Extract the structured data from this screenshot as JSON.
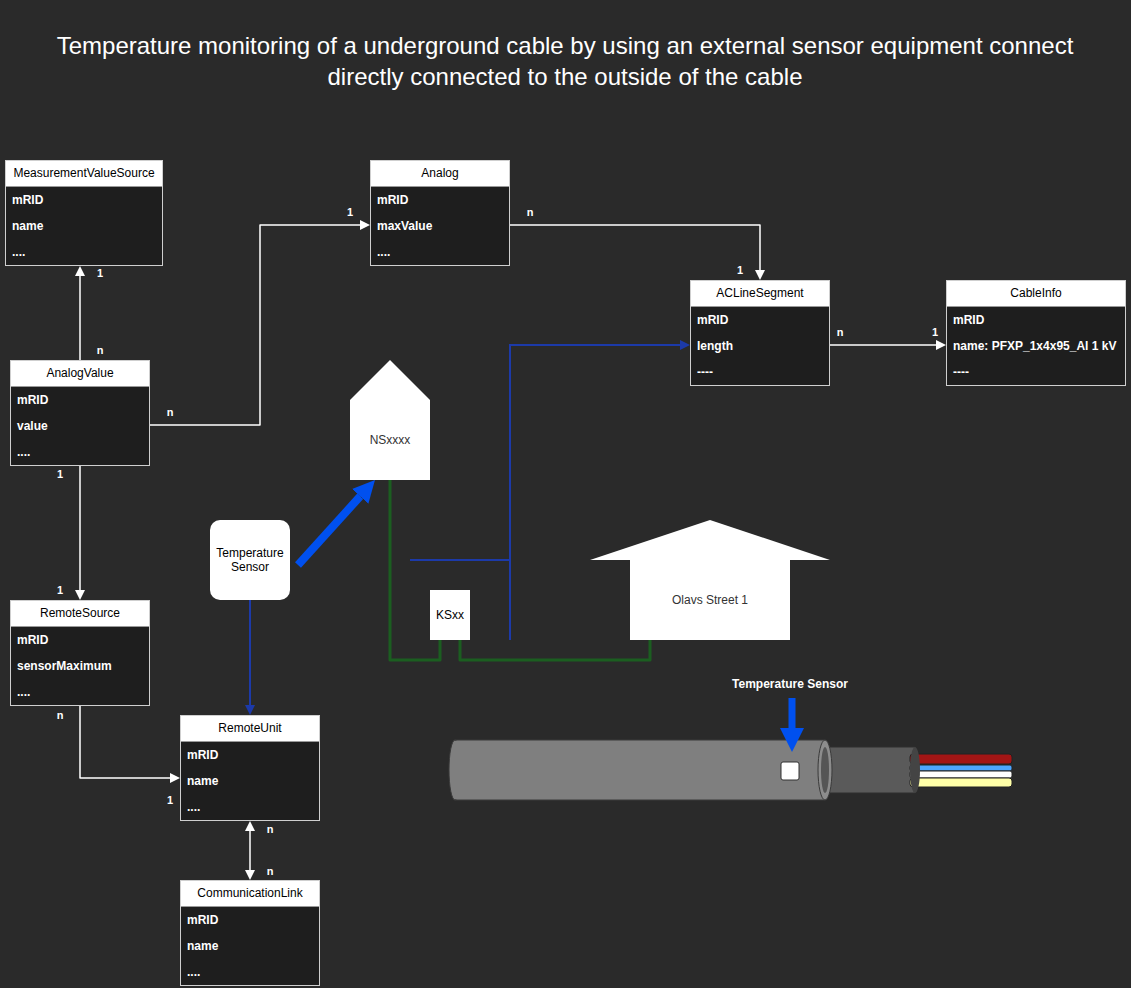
{
  "diagram": {
    "title": "Temperature monitoring of a underground cable by using an external sensor equipment connect directly connected to the outside of the cable",
    "nodes": [
      {
        "text": [
          "MeasurementValueSource",
          "mRID",
          "name",
          "...."
        ]
      },
      {
        "text": [
          "Analog",
          "mRID",
          "maxValue",
          "...."
        ]
      },
      {
        "text": [
          "ACLineSegment",
          "mRID",
          "length",
          "----"
        ]
      },
      {
        "text": [
          "CableInfo",
          "mRID",
          "name: PFXP_1x4x95_Al 1 kV",
          "----"
        ]
      },
      {
        "text": [
          "AnalogValue",
          "mRID",
          "value",
          "...."
        ]
      },
      {
        "text": [
          "NSxxxx"
        ]
      },
      {
        "text": [
          "Temperature Sensor"
        ]
      },
      {
        "text": [
          "KSxx"
        ]
      },
      {
        "text": [
          "Olavs Street 1"
        ]
      },
      {
        "text": [
          "RemoteSource",
          "mRID",
          "sensorMaximum",
          "...."
        ]
      },
      {
        "text": [
          "RemoteUnit",
          "mRID",
          "name",
          "...."
        ]
      },
      {
        "text": [
          "CommunicationLink",
          "mRID",
          "name",
          "...."
        ]
      }
    ],
    "edges": [
      {
        "from": 4,
        "to": 0,
        "arrow": "to"
      },
      {
        "from": 4,
        "to": 1,
        "arrow": "to"
      },
      {
        "from": 1,
        "to": 2,
        "arrow": "to"
      },
      {
        "from": 2,
        "to": 3,
        "arrow": "to"
      },
      {
        "from": 4,
        "to": 9,
        "arrow": "to"
      },
      {
        "from": 9,
        "to": 10,
        "arrow": "to"
      },
      {
        "from": 10,
        "to": 11,
        "arrow": "both"
      },
      {
        "from": 6,
        "to": 10,
        "arrow": "to"
      },
      {
        "from": 6,
        "to": 5,
        "arrow": "to"
      },
      {
        "from": 5,
        "to": 7,
        "arrow": "none"
      },
      {
        "from": 7,
        "to": 8,
        "arrow": "none"
      }
    ],
    "labels": [
      "1",
      "n",
      "1",
      "1",
      "n",
      "1",
      "n",
      "n",
      "1",
      "1",
      "Temperature Sensor",
      "n",
      "1",
      "n",
      "n"
    ]
  }
}
